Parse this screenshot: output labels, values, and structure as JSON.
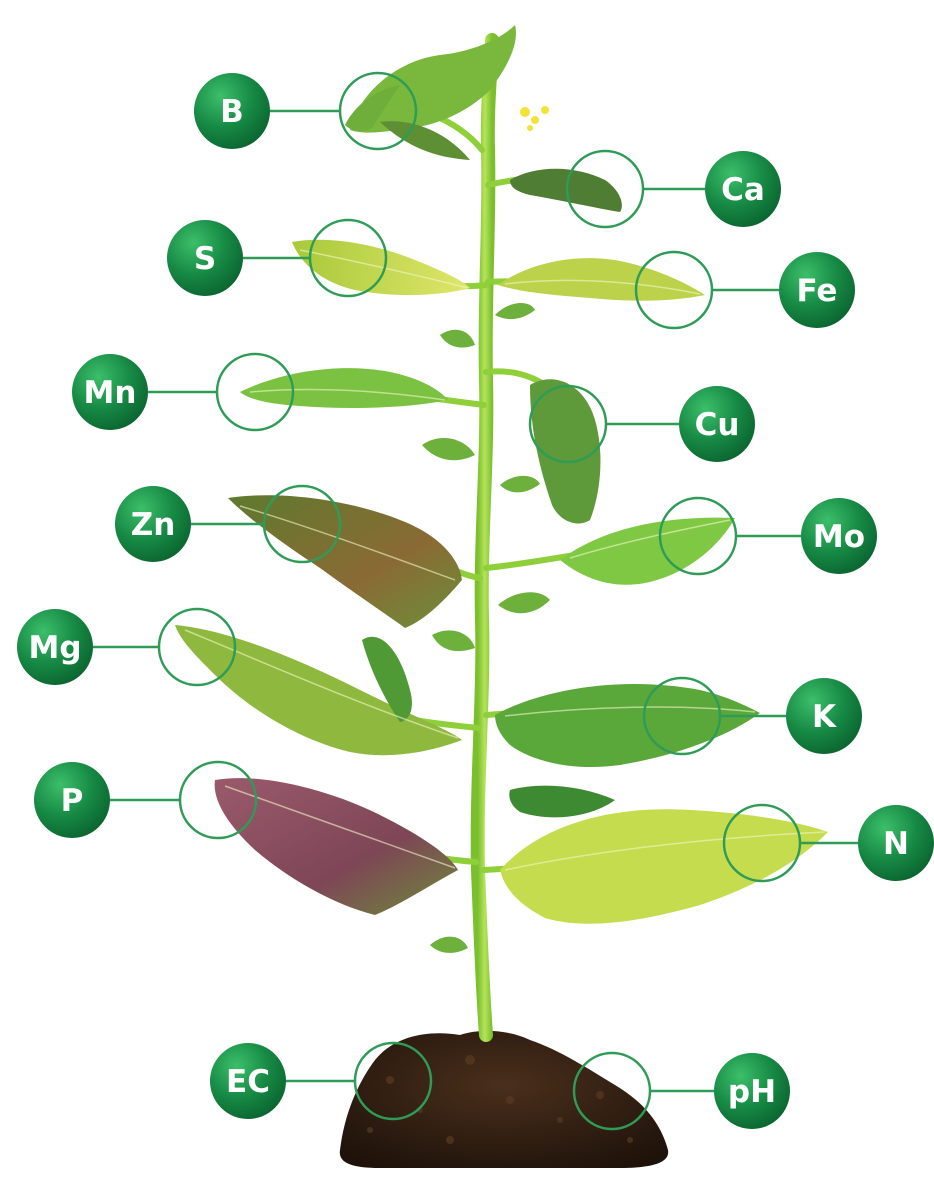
{
  "colors": {
    "badge": "#178a45",
    "badge_dark": "#0b6530",
    "badge_light": "#3cbf6a",
    "connector": "#2e9c57",
    "stem": "#8fcf3a",
    "soil": "#2c1a10"
  },
  "illustration": {
    "subject": "tomato-plant-with-soil",
    "icon": "plant-icon"
  },
  "nutrients": [
    {
      "id": "b",
      "label": "B",
      "leaf_tone": "#6fae3a"
    },
    {
      "id": "ca",
      "label": "Ca",
      "leaf_tone": "#4f7d33"
    },
    {
      "id": "s",
      "label": "S",
      "leaf_tone": "#c9d64b"
    },
    {
      "id": "fe",
      "label": "Fe",
      "leaf_tone": "#bcd24a"
    },
    {
      "id": "mn",
      "label": "Mn",
      "leaf_tone": "#7cc242"
    },
    {
      "id": "cu",
      "label": "Cu",
      "leaf_tone": "#5e9a3a"
    },
    {
      "id": "zn",
      "label": "Zn",
      "leaf_tone": "#7a6a2e"
    },
    {
      "id": "mo",
      "label": "Mo",
      "leaf_tone": "#7fc843"
    },
    {
      "id": "mg",
      "label": "Mg",
      "leaf_tone": "#8fb93e"
    },
    {
      "id": "k",
      "label": "K",
      "leaf_tone": "#5aa83a"
    },
    {
      "id": "p",
      "label": "P",
      "leaf_tone": "#8a4a5a"
    },
    {
      "id": "n",
      "label": "N",
      "leaf_tone": "#c5dc4e"
    },
    {
      "id": "ec",
      "label": "EC",
      "leaf_tone": "#2c1a10"
    },
    {
      "id": "ph",
      "label": "pH",
      "leaf_tone": "#2c1a10"
    }
  ]
}
